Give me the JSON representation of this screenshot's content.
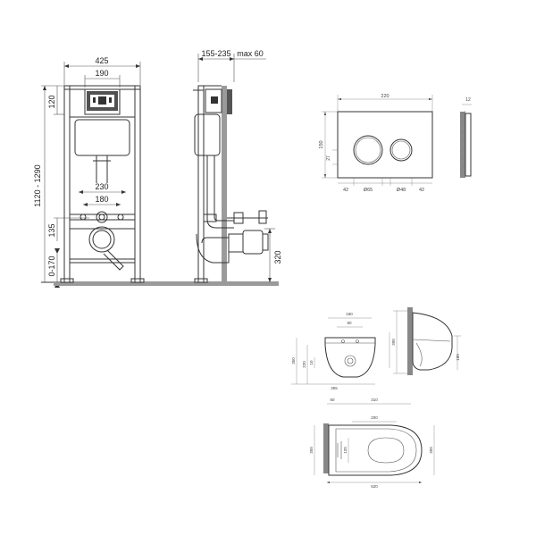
{
  "frame_front": {
    "width_label": "425",
    "panel_width_label": "190",
    "height_range_label": "1120 - 1290",
    "top_offset_label": "120",
    "bolt_spacing_label": "230",
    "outlet_spacing_label": "180",
    "outlet_height_label": "135",
    "foot_range_label": "0-170"
  },
  "frame_side": {
    "depth_range_label": "155-235",
    "max_label": "max 60",
    "drain_height_label": "320"
  },
  "flush_plate": {
    "width_label": "220",
    "height_label": "150",
    "left_margin_label": "42",
    "button_left_label": "Ø65",
    "button_right_label": "Ø48",
    "right_margin_label": "42",
    "center_offset_label": "27",
    "thickness_label": "12"
  },
  "bowl_front": {
    "top_label": "180",
    "bolt_label": "90",
    "side_left": "350",
    "side_inner": "220",
    "side_b": "10",
    "bottom_label": "355"
  },
  "bowl_side": {
    "height_label": "390",
    "inner_label": "180"
  },
  "bowl_top": {
    "a_label": "60",
    "b_label": "310",
    "c_label": "200",
    "d_label": "350",
    "e_label": "120",
    "f_label": "350",
    "total_label": "520"
  }
}
